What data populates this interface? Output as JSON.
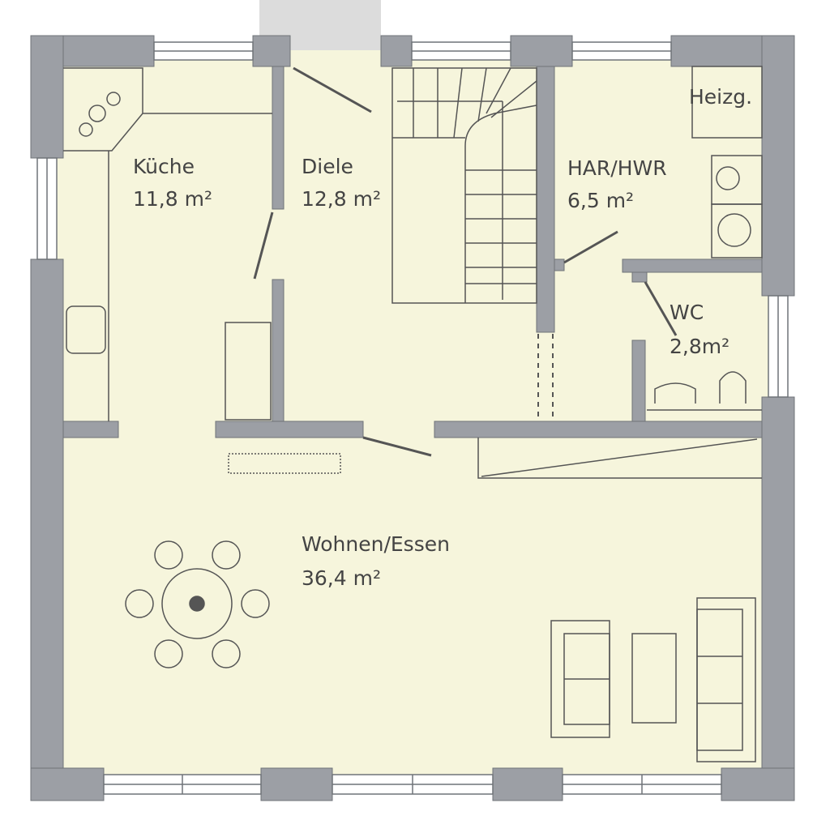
{
  "rooms": {
    "kitchen": {
      "name": "Küche",
      "area": "11,8 m²"
    },
    "hall": {
      "name": "Diele",
      "area": "12,8 m²"
    },
    "utility": {
      "name": "HAR/HWR",
      "area": "6,5 m²"
    },
    "heating": {
      "name": "Heizg."
    },
    "wc": {
      "name": "WC",
      "area": "2,8m²"
    },
    "living": {
      "name": "Wohnen/Essen",
      "area": "36,4 m²"
    }
  },
  "colors": {
    "floor": "#f6f5dc",
    "wall": "#9c9fa5",
    "line": "#555555",
    "entrance": "#dcdcdc"
  }
}
